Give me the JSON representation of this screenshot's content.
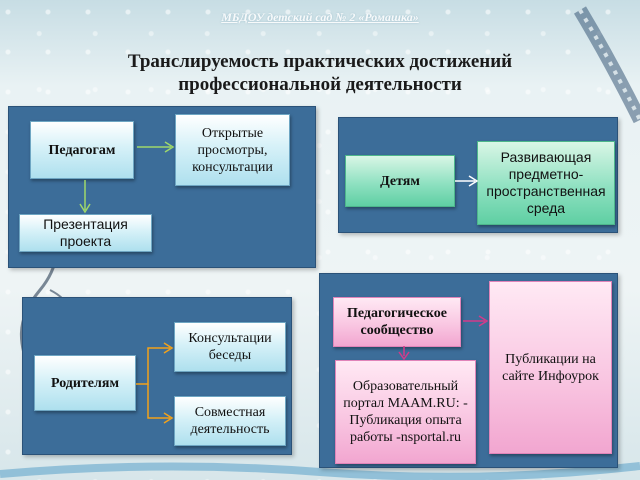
{
  "header": {
    "note": "МБДОУ детский сад № 2 «Ромашка»",
    "title": "Транслируемость практических достижений профессиональной деятельности"
  },
  "panels": {
    "teachers": {
      "target": "Педагогам",
      "item_right": "Открытые просмотры, консультации",
      "item_below": "Презентация проекта"
    },
    "children": {
      "target": "Детям",
      "item": "Развивающая предметно-пространственная среда"
    },
    "parents": {
      "target": "Родителям",
      "item_top": "Консультации беседы",
      "item_bottom": "Совместная деятельность"
    },
    "community": {
      "target": "Педагогическое сообщество",
      "item_right": "Публикации на сайте Инфоурок",
      "item_below": "Образовательный портал MAAM.RU:   - Публикация опыта работы -nsportal.ru"
    }
  },
  "colors": {
    "panel": "#3c6d99",
    "arrow_teachers": "#9fd86b",
    "arrow_parents": "#f2a21b",
    "arrow_community": "#d43a8a"
  }
}
